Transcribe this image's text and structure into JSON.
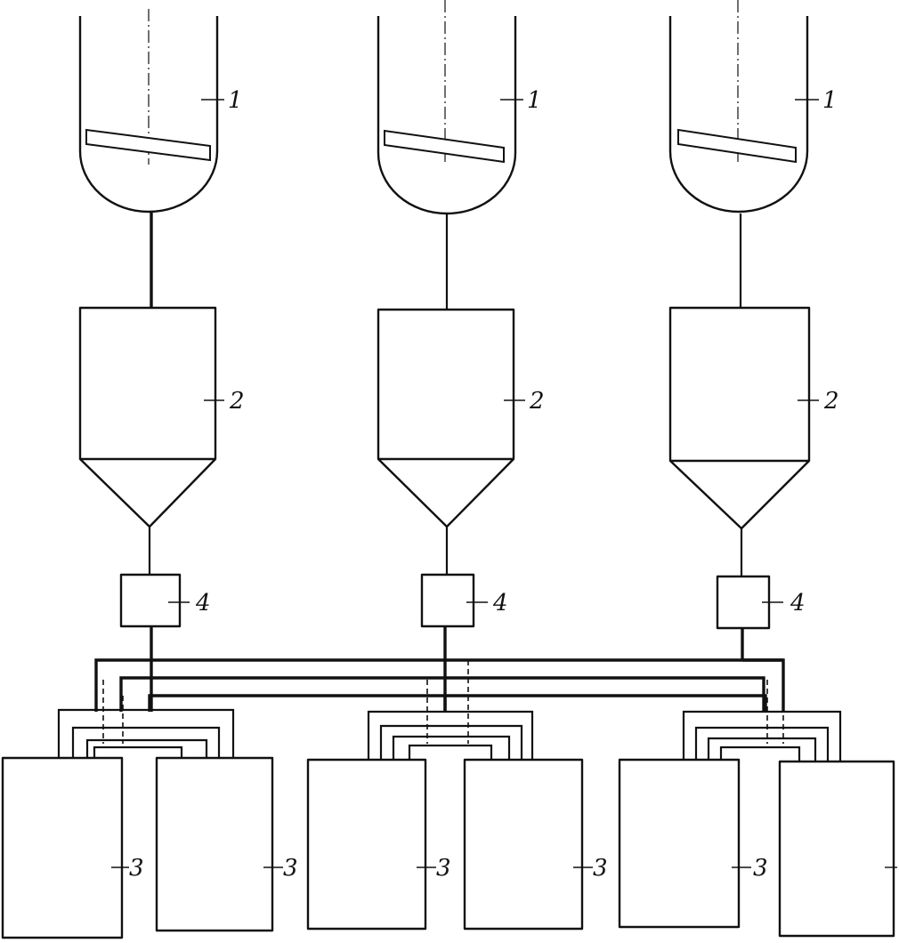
{
  "labels": {
    "reactor": "1",
    "settler": "2",
    "receiver": "3",
    "distributor": "4"
  },
  "units": {
    "line_count": 3,
    "receivers_per_line": 2
  }
}
